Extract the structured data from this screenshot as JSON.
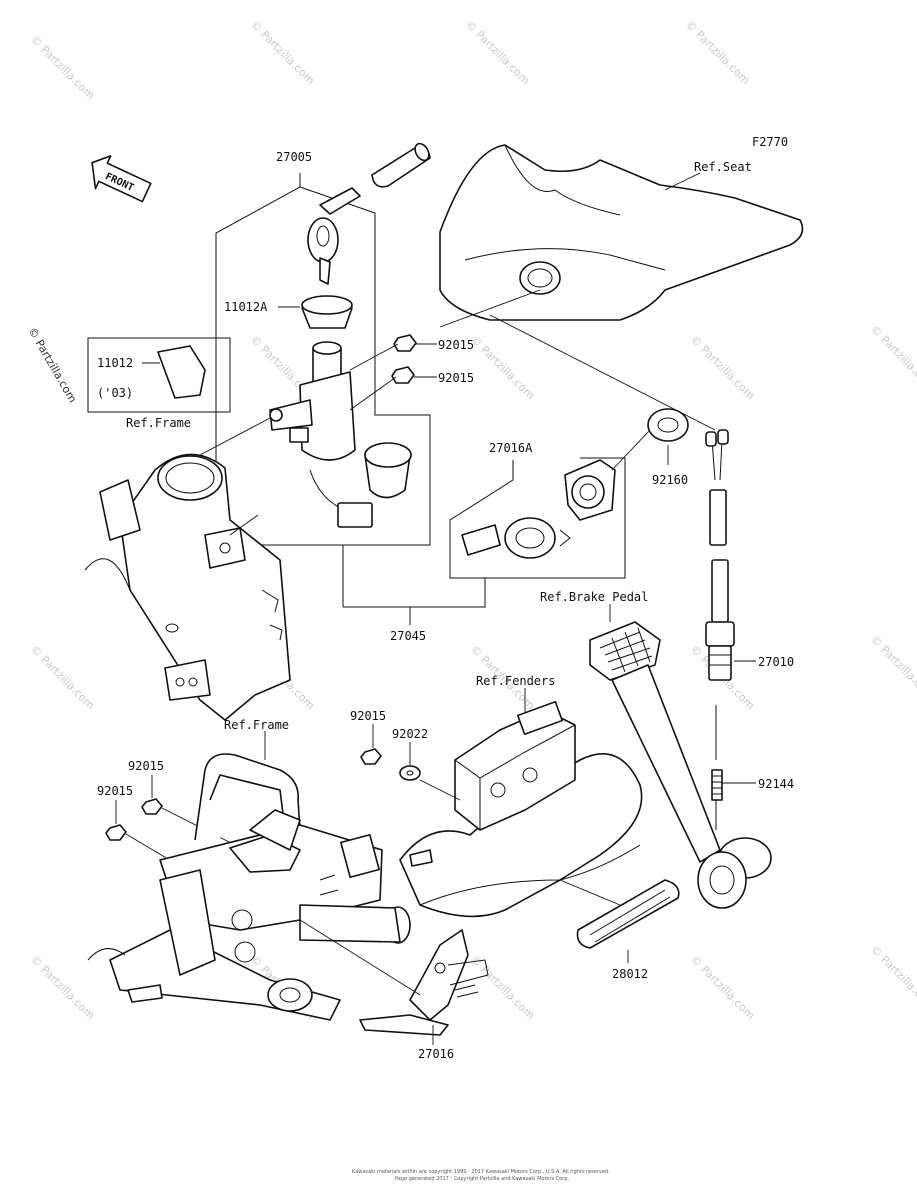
{
  "figure_code": "F2770",
  "front_label": "FRONT",
  "watermark": "© Partzilla.com",
  "side_watermark": "© Partzilla.com",
  "footer_line1": "Kawasaki materials within are copyright 1999 - 2017 Kawasaki Motors Corp., U.S.A. All rights reserved.",
  "footer_line2": "Page generated 2017 - Copyright Partzilla and Kawasaki Motors Corp.",
  "parts": {
    "p27005": "27005",
    "p11012A": "11012A",
    "p11012": "11012",
    "p11012_note": "('03)",
    "p92015_a": "92015",
    "p92015_b": "92015",
    "p27016A": "27016A",
    "p92160": "92160",
    "p27045": "27045",
    "p27010": "27010",
    "p92144": "92144",
    "p92015_c": "92015",
    "p92022": "92022",
    "p92015_d": "92015",
    "p92015_e": "92015",
    "p28012": "28012",
    "p27016": "27016"
  },
  "refs": {
    "seat": "Ref.Seat",
    "frame_top": "Ref.Frame",
    "brake_pedal": "Ref.Brake Pedal",
    "fenders": "Ref.Fenders",
    "frame_bottom": "Ref.Frame"
  }
}
